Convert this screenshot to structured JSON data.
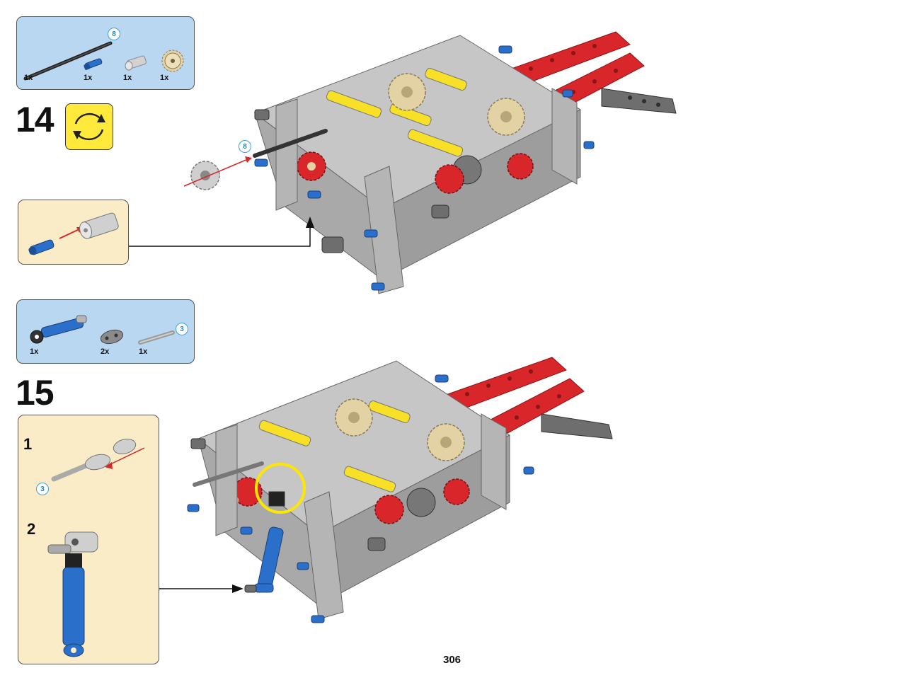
{
  "page": {
    "number": "306"
  },
  "step14": {
    "number": "14",
    "parts": [
      {
        "qty": "1x",
        "icon": "black-axle-icon",
        "length": "8"
      },
      {
        "qty": "1x",
        "icon": "blue-pin-icon"
      },
      {
        "qty": "1x",
        "icon": "grey-connector-icon"
      },
      {
        "qty": "1x",
        "icon": "tan-gear-icon"
      }
    ],
    "assembly_length": "8",
    "rotate_icon": "rotate-model-icon"
  },
  "step15": {
    "number": "15",
    "parts": [
      {
        "qty": "1x",
        "icon": "blue-shock-absorber-icon"
      },
      {
        "qty": "2x",
        "icon": "grey-beam-icon"
      },
      {
        "qty": "1x",
        "icon": "grey-axle-icon",
        "length": "3"
      }
    ],
    "sub_steps": [
      {
        "number": "1",
        "length": "3"
      },
      {
        "number": "2"
      }
    ]
  },
  "colors": {
    "parts_box": "#b9d7f1",
    "callout_box": "#fbecc8",
    "highlight": "#ffe600",
    "technic_red": "#d8262a",
    "technic_blue": "#2a6fc9",
    "technic_yellow": "#f7e026",
    "light_grey": "#b8b8b8",
    "dark_grey": "#6e6e6e",
    "tan": "#e3d2a3"
  }
}
